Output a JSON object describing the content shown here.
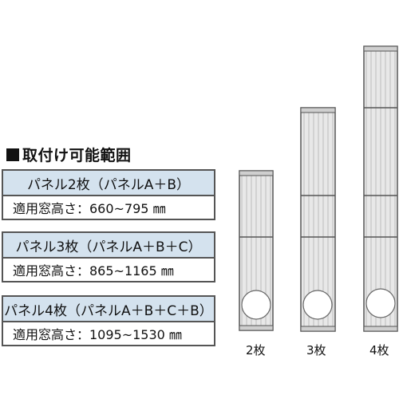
{
  "heading": "取付け可能範囲",
  "specs": [
    {
      "title": "パネル2枚（パネルA＋B）",
      "range": "適用窓高さ：660~795 ㎜"
    },
    {
      "title": "パネル3枚（パネルA＋B＋C）",
      "range": "適用窓高さ：865~1165 ㎜"
    },
    {
      "title": "パネル4枚（パネルA＋B＋C＋B）",
      "range": "適用窓高さ：1095~1530 ㎜"
    }
  ],
  "captions": [
    "2枚",
    "3枚",
    "4枚"
  ],
  "colors": {
    "header_bg": "#d4e2ee",
    "panel_fill": "#e6e6e6",
    "panel_stroke": "#555555"
  }
}
